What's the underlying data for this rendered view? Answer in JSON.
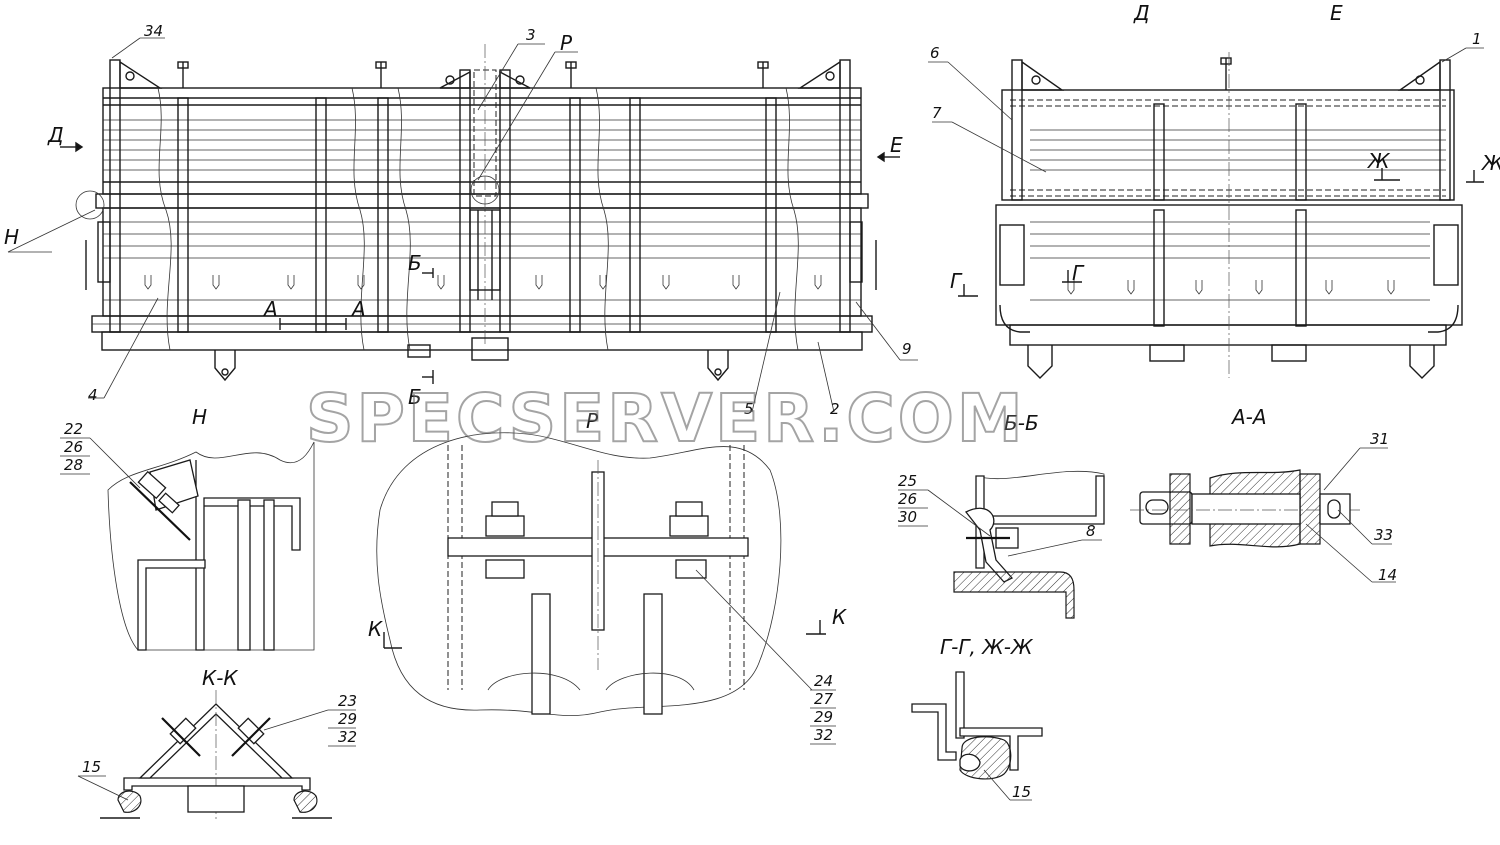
{
  "views": {
    "D": "Д",
    "E": "Е",
    "N": "Н",
    "P": "Р",
    "BB": "Б-Б",
    "AA": "А-А",
    "KK": "К-К",
    "GG": "Г-Г, Ж-Ж"
  },
  "arrows": {
    "D": "Д",
    "E": "Е",
    "A": "А",
    "B": "Б",
    "G": "Г",
    "Zh": "Ж",
    "K": "К",
    "N": "Н"
  },
  "callouts": {
    "c1": "1",
    "c2": "2",
    "c3": "3",
    "c4": "4",
    "c5": "5",
    "c6": "6",
    "c7": "7",
    "c8": "8",
    "c9": "9",
    "c14": "14",
    "c15": "15",
    "c22": "22",
    "c23": "23",
    "c24": "24",
    "c25": "25",
    "c26": "26",
    "c27": "27",
    "c28": "28",
    "c29": "29",
    "c30": "30",
    "c31": "31",
    "c32": "32",
    "c33": "33",
    "c34": "34",
    "cP": "Р"
  },
  "watermark": "SPECSERVER.COM"
}
